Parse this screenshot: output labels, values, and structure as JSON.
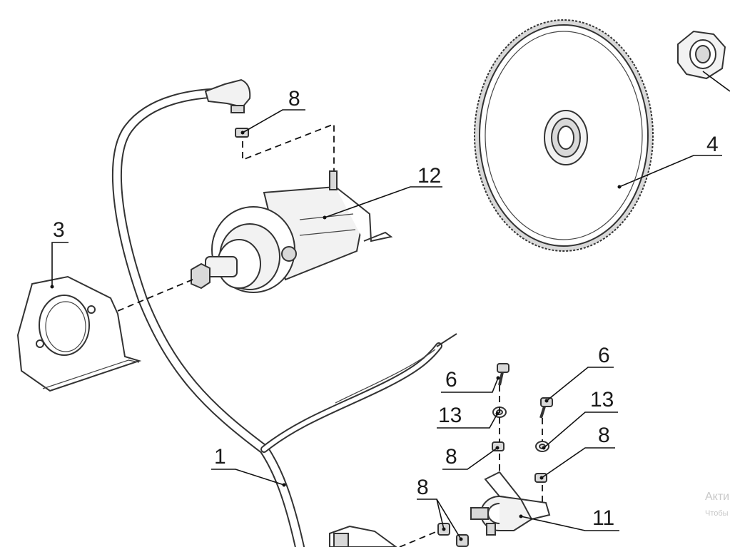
{
  "callouts": [
    {
      "id": "c-8-top",
      "label": "8"
    },
    {
      "id": "c-12",
      "label": "12"
    },
    {
      "id": "c-4",
      "label": "4"
    },
    {
      "id": "c-3",
      "label": "3"
    },
    {
      "id": "c-6-left",
      "label": "6"
    },
    {
      "id": "c-6-right",
      "label": "6"
    },
    {
      "id": "c-13-left",
      "label": "13"
    },
    {
      "id": "c-13-right",
      "label": "13"
    },
    {
      "id": "c-8-mid-left",
      "label": "8"
    },
    {
      "id": "c-8-mid-right",
      "label": "8"
    },
    {
      "id": "c-1",
      "label": "1"
    },
    {
      "id": "c-8-bottom",
      "label": "8"
    },
    {
      "id": "c-11",
      "label": "11"
    }
  ],
  "watermark": {
    "line1": "Активация Windows",
    "line2": "Чтобы активировать Windows, перейдите в раздел \"Параметры\"."
  },
  "colors": {
    "line": "#111111",
    "part_stroke": "#333333",
    "watermark": "#c8c8c8"
  }
}
